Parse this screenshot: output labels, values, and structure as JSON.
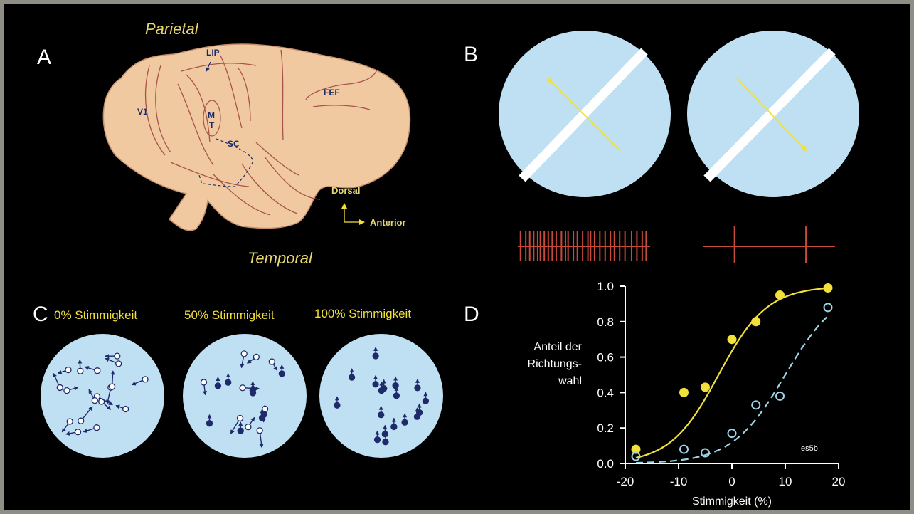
{
  "panels": {
    "a": {
      "letter": "A",
      "lobe_top": "Parietal",
      "lobe_bottom": "Temporal",
      "areas": {
        "lip": "LIP",
        "fef": "FEF",
        "v1": "V1",
        "mt_m": "M",
        "mt_t": "T",
        "sc": "SC"
      },
      "compass": {
        "up": "Dorsal",
        "right": "Anterior"
      }
    },
    "b": {
      "letter": "B",
      "spikes_left": [
        0.02,
        0.06,
        0.09,
        0.12,
        0.15,
        0.17,
        0.2,
        0.23,
        0.26,
        0.29,
        0.33,
        0.36,
        0.38,
        0.42,
        0.45,
        0.49,
        0.53,
        0.55,
        0.58,
        0.62,
        0.66,
        0.7,
        0.73,
        0.77,
        0.81,
        0.86,
        0.9,
        0.94,
        0.97
      ],
      "spikes_right": [
        0.24,
        0.78
      ]
    },
    "c": {
      "letter": "C",
      "labels": [
        "0% Stimmigkeit",
        "50% Stimmigkeit",
        "100% Stimmigkeit"
      ],
      "coherence": [
        0,
        0.5,
        1
      ]
    },
    "d": {
      "letter": "D"
    }
  },
  "chart_data": {
    "type": "scatter",
    "ylabel": "Anteil der Richtungs-wahl",
    "ylabel_lines": [
      "Anteil der",
      "Richtungs-",
      "wahl"
    ],
    "xlabel": "Stimmigkeit (%)",
    "xlim": [
      -20,
      20
    ],
    "ylim": [
      0,
      1
    ],
    "xticks": [
      -20,
      -10,
      0,
      10,
      20
    ],
    "yticks": [
      "0.0",
      "0.2",
      "0.4",
      "0.6",
      "0.8",
      "1.0"
    ],
    "annotation": "es5b",
    "colors": {
      "series1": "#f2e03b",
      "series2": "#9fd3e6"
    },
    "series": [
      {
        "style": "filled-circle-solid-line",
        "points": [
          [
            -18,
            0.08
          ],
          [
            -9,
            0.4
          ],
          [
            -5,
            0.43
          ],
          [
            0,
            0.7
          ],
          [
            4.5,
            0.8
          ],
          [
            9,
            0.95
          ],
          [
            18,
            0.99
          ]
        ],
        "fit": {
          "x50": -2.5,
          "slope": 0.22
        }
      },
      {
        "style": "open-circle-dashed-line",
        "points": [
          [
            -18,
            0.04
          ],
          [
            -9,
            0.08
          ],
          [
            -5,
            0.06
          ],
          [
            0,
            0.17
          ],
          [
            4.5,
            0.33
          ],
          [
            9,
            0.38
          ],
          [
            18,
            0.88
          ]
        ],
        "fit": {
          "x50": 10,
          "slope": 0.2
        }
      }
    ]
  }
}
